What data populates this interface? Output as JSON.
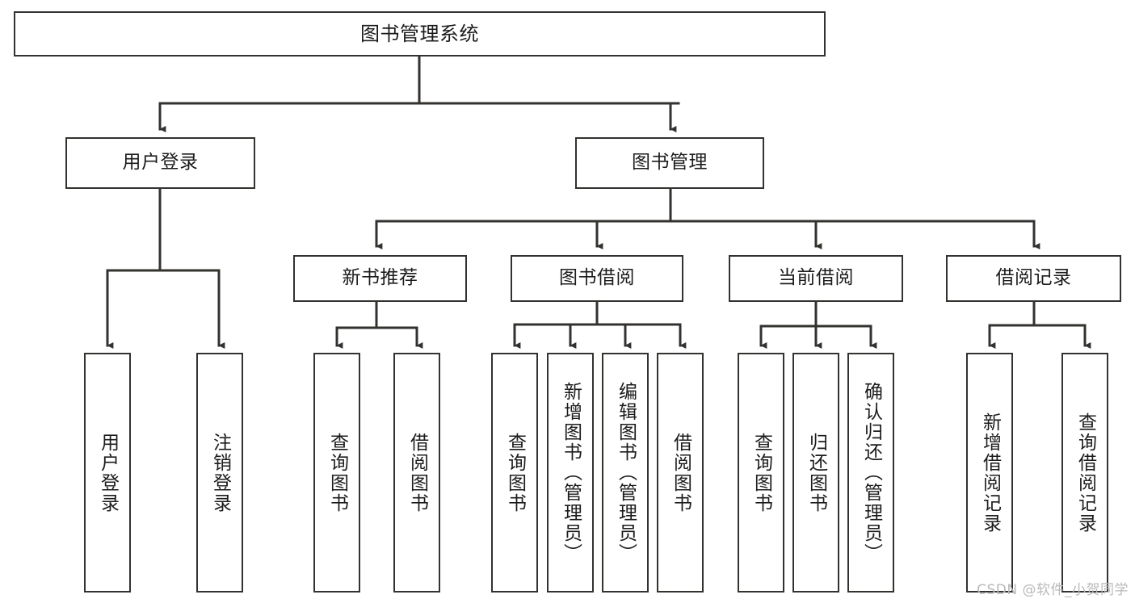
{
  "diagram": {
    "type": "tree-hierarchy-chart",
    "title": "图书管理系统",
    "stroke_color": "#33322f",
    "fill_color": "#ffffff",
    "text_color": "#1c1c1c",
    "watermark": "CSDN @软件_小贺同学",
    "nodes": {
      "root": {
        "label": "图书管理系统"
      },
      "level2": [
        {
          "id": "user-login",
          "label": "用户登录"
        },
        {
          "id": "book-manage",
          "label": "图书管理"
        }
      ],
      "level3": [
        {
          "id": "new-book-recommend",
          "label": "新书推荐"
        },
        {
          "id": "book-borrow",
          "label": "图书借阅"
        },
        {
          "id": "current-borrow",
          "label": "当前借阅"
        },
        {
          "id": "borrow-record",
          "label": "借阅记录"
        }
      ],
      "leaves": {
        "user-login": [
          {
            "id": "leaf-user-login",
            "label": "用户登录"
          },
          {
            "id": "leaf-user-logout",
            "label": "注销登录"
          }
        ],
        "new-book-recommend": [
          {
            "id": "leaf-query-book-1",
            "label": "查询图书"
          },
          {
            "id": "leaf-borrow-book-1",
            "label": "借阅图书"
          }
        ],
        "book-borrow": [
          {
            "id": "leaf-query-book-2",
            "label": "查询图书"
          },
          {
            "id": "leaf-add-book",
            "label": "新增图书（管理员）"
          },
          {
            "id": "leaf-edit-book",
            "label": "编辑图书（管理员）"
          },
          {
            "id": "leaf-borrow-book-2",
            "label": "借阅图书"
          }
        ],
        "current-borrow": [
          {
            "id": "leaf-query-book-3",
            "label": "查询图书"
          },
          {
            "id": "leaf-return-book",
            "label": "归还图书"
          },
          {
            "id": "leaf-confirm-return",
            "label": "确认归还（管理员）"
          }
        ],
        "borrow-record": [
          {
            "id": "leaf-add-record",
            "label": "新增借阅记录"
          },
          {
            "id": "leaf-query-record",
            "label": "查询借阅记录"
          }
        ]
      }
    }
  }
}
